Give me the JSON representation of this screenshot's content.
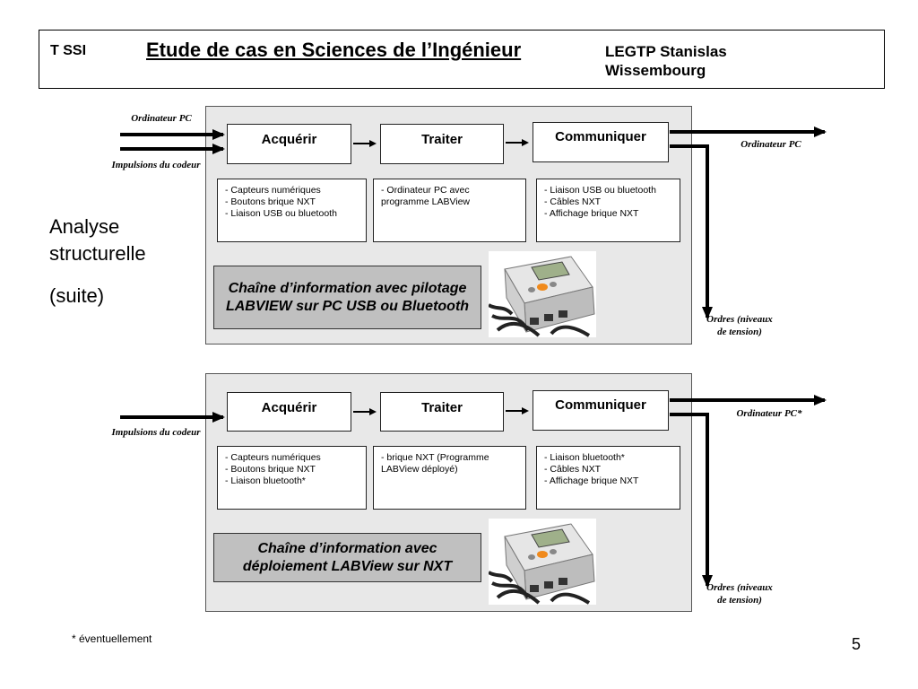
{
  "header": {
    "left": "T SSI",
    "title": "Etude de cas en Sciences de l’Ingénieur",
    "right": "LEGTP Stanislas Wissembourg"
  },
  "side": {
    "line1": "Analyse",
    "line2": "structurelle",
    "line3": "(suite)"
  },
  "diagram1": {
    "in_top_label": "Ordinateur PC",
    "in_bottom_label": "Impulsions du codeur",
    "blocks": [
      "Acquérir",
      "Traiter",
      "Communiquer"
    ],
    "details": [
      "- Capteurs numériques\n- Boutons brique NXT\n - Liaison USB ou bluetooth",
      "- Ordinateur PC avec programme LABView",
      "- Liaison USB ou bluetooth\n- Câbles NXT\n- Affichage brique NXT"
    ],
    "caption": "Chaîne d’information avec pilotage LABVIEW sur PC USB ou Bluetooth",
    "out_right_label": "Ordinateur PC",
    "out_down_label": "Ordres (niveaux de tension)"
  },
  "diagram2": {
    "in_bottom_label": "Impulsions du codeur",
    "blocks": [
      "Acquérir",
      "Traiter",
      "Communiquer"
    ],
    "details": [
      "- Capteurs numériques\n- Boutons brique NXT\n- Liaison bluetooth*",
      "- brique NXT (Programme LABView déployé)",
      "- Liaison bluetooth*\n- Câbles NXT\n- Affichage brique NXT"
    ],
    "caption": "Chaîne d’information avec déploiement LABView sur NXT",
    "out_right_label": "Ordinateur PC*",
    "out_down_label": "Ordres (niveaux de tension)"
  },
  "footnote": "* éventuellement",
  "page_number": "5"
}
